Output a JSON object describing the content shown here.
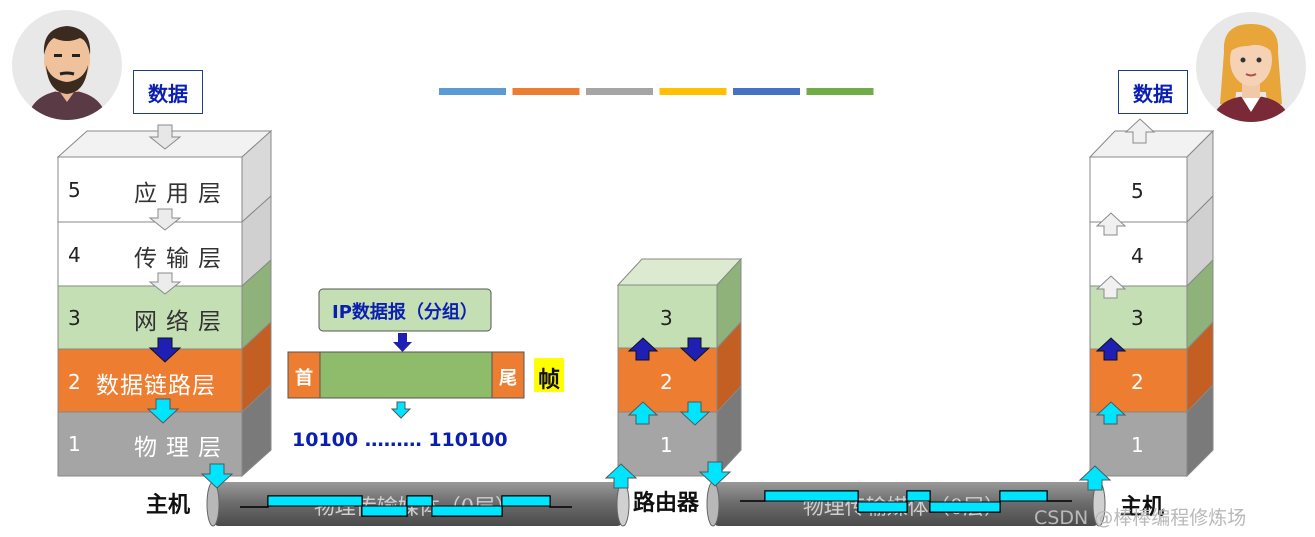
{
  "data_labels": {
    "left": "数据",
    "right": "数据"
  },
  "left_stack": [
    {
      "num": "5",
      "name": "应用层"
    },
    {
      "num": "4",
      "name": "传输层"
    },
    {
      "num": "3",
      "name": "网络层"
    },
    {
      "num": "2",
      "name": "数据链路层"
    },
    {
      "num": "1",
      "name": "物理层"
    }
  ],
  "router_stack": [
    "3",
    "2",
    "1"
  ],
  "right_stack": [
    "5",
    "4",
    "3",
    "2",
    "1"
  ],
  "frame": {
    "ip_label": "IP数据报（分组）",
    "head": "首",
    "tail": "尾",
    "frame_label": "帧",
    "bits": "10100 ……… 110100"
  },
  "labels": {
    "host_left": "主机",
    "router": "路由器",
    "host_right": "主机"
  },
  "media": {
    "left": "物理传输媒体（0层）",
    "right": "物理传输媒体（0层）"
  },
  "watermark": "CSDN @棒棒编程修炼场",
  "legend_colors": [
    "#5b9bd5",
    "#ed7d31",
    "#a5a5a5",
    "#ffc000",
    "#4472c4",
    "#70ad47"
  ],
  "layer_colors": {
    "white": "#ffffff",
    "green": "#c5dfb4",
    "orange": "#ed7d31",
    "gray": "#a5a5a5",
    "arrow_dark": "#1f1fb4",
    "arrow_cyan": "#00e5ff",
    "frame_green": "#8fbc6a",
    "highlight": "#ffff00"
  }
}
